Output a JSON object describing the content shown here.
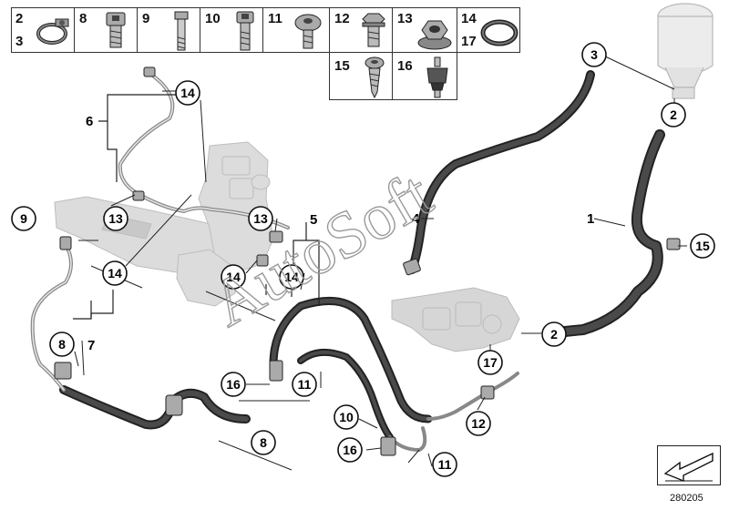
{
  "legend": {
    "cells": [
      {
        "numbers": [
          "2",
          "3"
        ],
        "icon": "hose-clamp-icon"
      },
      {
        "numbers": [
          "8"
        ],
        "icon": "hex-socket-bolt-icon"
      },
      {
        "numbers": [
          "9"
        ],
        "icon": "long-bolt-icon"
      },
      {
        "numbers": [
          "10"
        ],
        "icon": "hex-socket-bolt-icon"
      },
      {
        "numbers": [
          "11"
        ],
        "icon": "torx-screw-icon"
      },
      {
        "numbers": [
          "12"
        ],
        "icon": "hex-bolt-icon"
      },
      {
        "numbers": [
          "13"
        ],
        "icon": "hex-nut-icon"
      },
      {
        "numbers": [
          "14",
          "17"
        ],
        "icon": "sealing-ring-icon"
      },
      {
        "numbers": [
          "15"
        ],
        "icon": "self-tapping-screw-icon"
      },
      {
        "numbers": [
          "16"
        ],
        "icon": "rubber-mount-icon"
      }
    ]
  },
  "callouts": {
    "c3": "3",
    "c2a": "2",
    "c2b": "2",
    "c15": "15",
    "c17": "17",
    "c12": "12",
    "c11a": "11",
    "c11b": "11",
    "c16a": "16",
    "c16b": "16",
    "c10": "10",
    "c8a": "8",
    "c8b": "8",
    "c9": "9",
    "c13a": "13",
    "c13b": "13",
    "c14a": "14",
    "c14b": "14",
    "c14c": "14",
    "c14d": "14"
  },
  "labels": {
    "l1": "1",
    "l4": "4",
    "l5": "5",
    "l6": "6",
    "l7": "7"
  },
  "watermark": "AutoSoft",
  "diagram_code": "280205",
  "colors": {
    "hose": "#3a3a3a",
    "pipe": "#b0b0b0",
    "ghost_part": "#d0d0d0",
    "line": "#222222"
  }
}
